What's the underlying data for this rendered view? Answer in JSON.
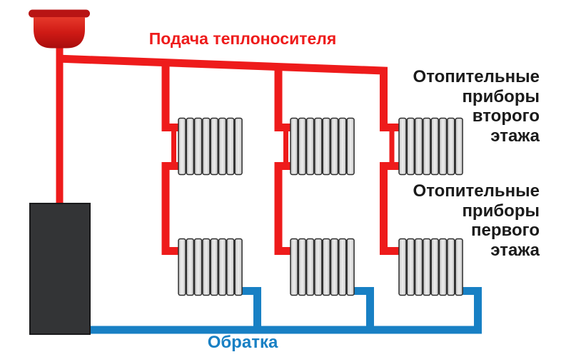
{
  "labels": {
    "supply": "Подача теплоносителя",
    "return": "Обратка",
    "second_floor_unit": {
      "lines": [
        "Отопительные",
        "приборы",
        "второго",
        "этажа"
      ]
    },
    "first_floor_unit": {
      "lines": [
        "Отопительные",
        "приборы",
        "первого",
        "этажа"
      ]
    }
  },
  "colors": {
    "supply_red": "#ee1b1b",
    "return_blue": "#1880c4",
    "radiator_fill_light": "#ededed",
    "radiator_fill_dark": "#c5c5c5",
    "radiator_border": "#2e2e2e",
    "boiler_fill": "#333436",
    "boiler_border": "#1a1a1c",
    "tank_top": "#e6392b",
    "tank_bottom": "#a80d0d",
    "tank_rim": "#b81414",
    "label_black": "#1a1a1a",
    "page_bg": "#ffffff"
  },
  "diagram": {
    "floors": 2,
    "radiators_per_floor": 3,
    "radiator_sections": 8,
    "components": [
      "expansion-tank",
      "boiler",
      "supply-piping",
      "return-piping",
      "radiators"
    ]
  }
}
